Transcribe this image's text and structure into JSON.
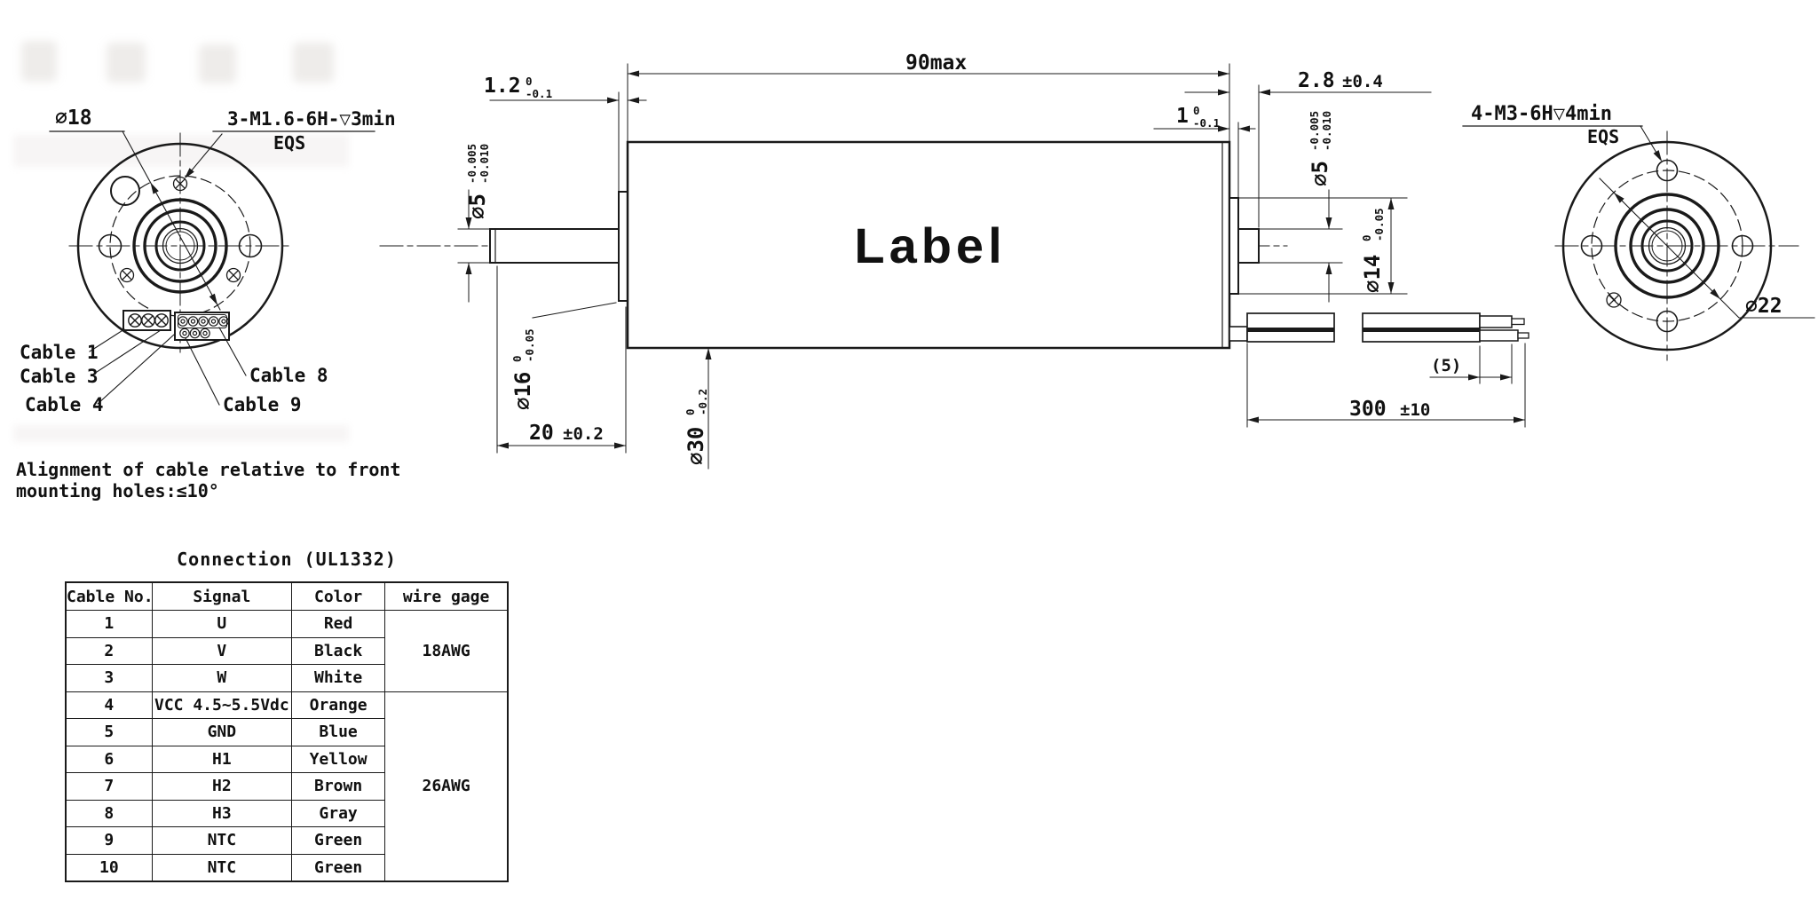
{
  "colors": {
    "ink": "#1a1a1a",
    "paper": "#ffffff"
  },
  "front_view": {
    "dia_label": "⌀18",
    "thread_label": "3-M1.6-6H-▽3min",
    "eqs": "EQS",
    "cables": [
      "Cable 1",
      "Cable 3",
      "Cable 4",
      "Cable 8",
      "Cable 9"
    ]
  },
  "note_line1": "Alignment of cable relative to front",
  "note_line2": "mounting holes:≤10°",
  "side_view": {
    "body_label": "Label",
    "dims": {
      "len": "90max",
      "boss_h": "1.2",
      "boss_h_tol_u": "0",
      "boss_h_tol_l": "-0.1",
      "shaft_d": "⌀5",
      "shaft_d_tol_u": "-0.005",
      "shaft_d_tol_l": "-0.010",
      "boss_d": "⌀16",
      "boss_d_tol_u": "0",
      "boss_d_tol_l": "-0.05",
      "shaft_len": "20",
      "shaft_len_tol": "±0.2",
      "body_d": "⌀30",
      "body_d_tol_u": "0",
      "body_d_tol_l": "-0.2",
      "rear_len": "2.8",
      "rear_len_tol": "±0.4",
      "hub_h": "1",
      "hub_h_tol_u": "0",
      "hub_h_tol_l": "-0.1",
      "rear_shaft_d": "⌀5",
      "rear_shaft_d_tol_u": "-0.005",
      "rear_shaft_d_tol_l": "-0.010",
      "hub_d": "⌀14",
      "hub_d_tol_u": "0",
      "hub_d_tol_l": "-0.05",
      "strip_len": "(5)",
      "cable_len": "300",
      "cable_len_tol": "±10"
    }
  },
  "rear_view": {
    "thread_label": "4-M3-6H▽4min",
    "eqs": "EQS",
    "bolt_circle": "⌀22"
  },
  "table": {
    "title": "Connection (UL1332)",
    "headers": [
      "Cable No.",
      "Signal",
      "Color",
      "wire gage"
    ],
    "rows": [
      {
        "no": "1",
        "signal": "U",
        "color": "Red"
      },
      {
        "no": "2",
        "signal": "V",
        "color": "Black"
      },
      {
        "no": "3",
        "signal": "W",
        "color": "White"
      },
      {
        "no": "4",
        "signal": "VCC 4.5~5.5Vdc",
        "color": "Orange"
      },
      {
        "no": "5",
        "signal": "GND",
        "color": "Blue"
      },
      {
        "no": "6",
        "signal": "H1",
        "color": "Yellow"
      },
      {
        "no": "7",
        "signal": "H2",
        "color": "Brown"
      },
      {
        "no": "8",
        "signal": "H3",
        "color": "Gray"
      },
      {
        "no": "9",
        "signal": "NTC",
        "color": "Green"
      },
      {
        "no": "10",
        "signal": "NTC",
        "color": "Green"
      }
    ],
    "gage_groups": [
      "18AWG",
      "26AWG"
    ]
  }
}
